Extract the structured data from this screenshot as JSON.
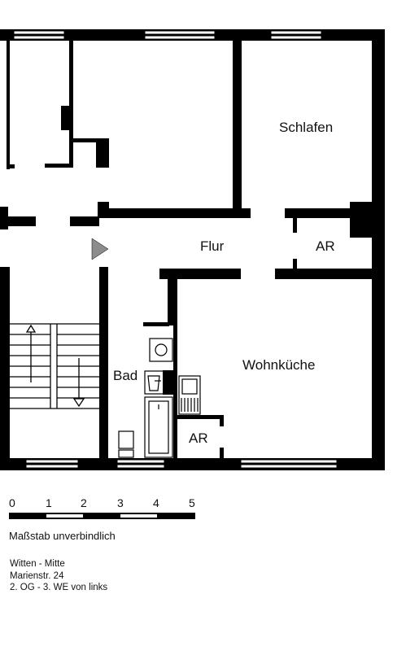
{
  "rooms": {
    "schlafen": "Schlafen",
    "flur": "Flur",
    "ar_top": "AR",
    "wohnkueche": "Wohnküche",
    "bad": "Bad",
    "ar_bottom": "AR"
  },
  "scale": {
    "ticks": [
      "0",
      "1",
      "2",
      "3",
      "4",
      "5"
    ],
    "caption": "Maßstab unverbindlich"
  },
  "address": {
    "line1": "Witten - Mitte",
    "line2": "Marienstr. 24",
    "line3": "2. OG - 3. WE von links"
  },
  "colors": {
    "wall": "#000000",
    "entry_arrow": "#8c8c8c",
    "background": "#ffffff"
  },
  "icons": {
    "entry": "entry-arrow-icon",
    "stair_up": "stair-up-arrow-icon",
    "stair_down": "stair-down-arrow-icon"
  }
}
